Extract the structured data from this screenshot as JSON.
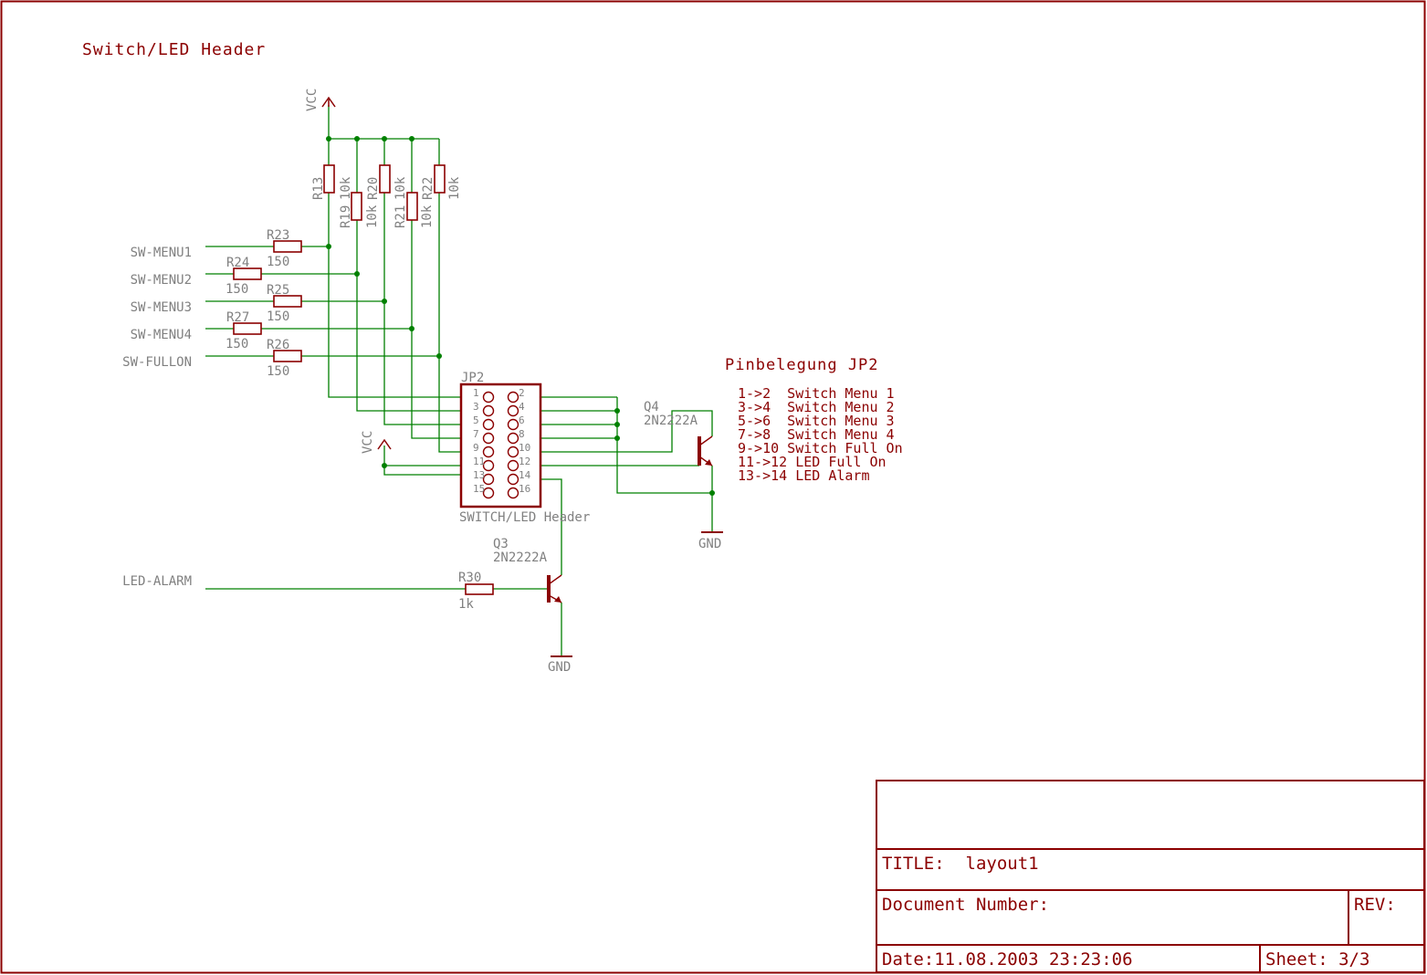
{
  "sheet_title": "Switch/LED Header",
  "supply": {
    "vcc_label": "VCC",
    "gnd_label": "GND"
  },
  "signals": [
    "SW-MENU1",
    "SW-MENU2",
    "SW-MENU3",
    "SW-MENU4",
    "SW-FULLON",
    "LED-ALARM"
  ],
  "series_resistors": [
    {
      "ref": "R23",
      "value": "150"
    },
    {
      "ref": "R24",
      "value": "150"
    },
    {
      "ref": "R25",
      "value": "150"
    },
    {
      "ref": "R27",
      "value": "150"
    },
    {
      "ref": "R26",
      "value": "150"
    }
  ],
  "pullups": [
    {
      "ref": "R13",
      "value": "10k"
    },
    {
      "ref": "R19",
      "value": "10k"
    },
    {
      "ref": "R20",
      "value": "10k"
    },
    {
      "ref": "R21",
      "value": "10k"
    },
    {
      "ref": "R22",
      "value": "10k"
    }
  ],
  "r30": {
    "ref": "R30",
    "value": "1k"
  },
  "header": {
    "ref": "JP2",
    "name": "SWITCH/LED Header",
    "left_pins": [
      "1",
      "3",
      "5",
      "7",
      "9",
      "11",
      "13",
      "15"
    ],
    "right_pins": [
      "2",
      "4",
      "6",
      "8",
      "10",
      "12",
      "14",
      "16"
    ]
  },
  "q4": {
    "ref": "Q4",
    "part": "2N2222A"
  },
  "q3": {
    "ref": "Q3",
    "part": "2N2222A"
  },
  "pinout": {
    "title": "Pinbelegung JP2",
    "lines": [
      "1->2  Switch Menu 1",
      "3->4  Switch Menu 2",
      "5->6  Switch Menu 3",
      "7->8  Switch Menu 4",
      "9->10 Switch Full On",
      "11->12 LED Full On",
      "13->14 LED Alarm"
    ]
  },
  "title_block": {
    "title": "TITLE:  layout1",
    "document_number": "Document Number:",
    "rev": "REV:",
    "date": "Date:11.08.2003 23:23:06",
    "sheet": "Sheet: 3/3"
  }
}
